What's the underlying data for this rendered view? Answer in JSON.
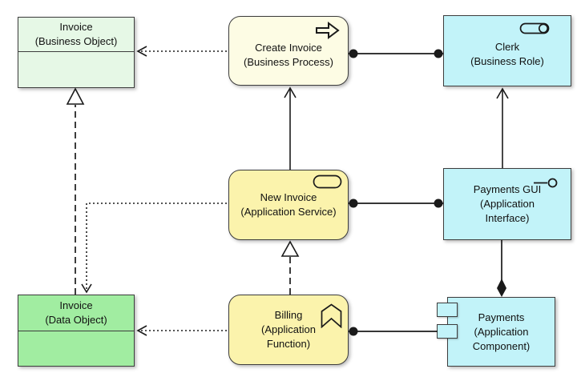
{
  "diagram": {
    "kind": "archimate-diagram",
    "colors": {
      "background": "#ffffff",
      "business_object_fill": "#e6f8e6",
      "data_object_fill": "#a1eda1",
      "business_process_fill": "#fdfce4",
      "application_yellow_fill": "#fbf3ac",
      "cyan_fill": "#c2f3f9",
      "line": "#1a1a1a",
      "border": "#3d3d3d"
    },
    "nodes": [
      {
        "id": "invoice-business-object",
        "name": "Invoice",
        "type": "(Business Object)"
      },
      {
        "id": "create-invoice",
        "name": "Create Invoice",
        "type": "(Business Process)"
      },
      {
        "id": "clerk",
        "name": "Clerk",
        "type": "(Business Role)"
      },
      {
        "id": "new-invoice",
        "name": "New Invoice",
        "type": "(Application Service)"
      },
      {
        "id": "payments-gui",
        "name": "Payments GUI",
        "type": "(Application Interface)"
      },
      {
        "id": "invoice-data-object",
        "name": "Invoice",
        "type": "(Data Object)"
      },
      {
        "id": "billing",
        "name": "Billing",
        "type": "(Application Function)"
      },
      {
        "id": "payments",
        "name": "Payments",
        "type": "(Application Component)"
      }
    ],
    "relationships": [
      {
        "from": "create-invoice",
        "to": "invoice-business-object",
        "type": "access",
        "style": "dotted, open arrowhead at object"
      },
      {
        "from": "create-invoice",
        "to": "clerk",
        "type": "assignment",
        "style": "solid, filled ball at both ends"
      },
      {
        "from": "new-invoice",
        "to": "create-invoice",
        "type": "serving",
        "style": "solid, open arrowhead at process"
      },
      {
        "from": "new-invoice",
        "to": "payments-gui",
        "type": "assignment",
        "style": "solid, filled ball at both ends"
      },
      {
        "from": "new-invoice",
        "to": "invoice-data-object",
        "type": "access",
        "style": "dotted L-shape, open arrowhead at data object"
      },
      {
        "from": "billing",
        "to": "new-invoice",
        "type": "realization",
        "style": "dashed, hollow triangle at service"
      },
      {
        "from": "billing",
        "to": "invoice-data-object",
        "type": "access",
        "style": "dotted, open arrowhead at data object"
      },
      {
        "from": "billing",
        "to": "payments",
        "type": "assignment",
        "style": "solid, filled ball at function end"
      },
      {
        "from": "invoice-data-object",
        "to": "invoice-business-object",
        "type": "realization",
        "style": "dashed, hollow triangle at business object"
      },
      {
        "from": "payments-gui",
        "to": "clerk",
        "type": "serving",
        "style": "solid, open arrowhead at role"
      },
      {
        "from": "payments",
        "to": "payments-gui",
        "type": "composition",
        "style": "solid, filled diamond at component"
      }
    ]
  }
}
